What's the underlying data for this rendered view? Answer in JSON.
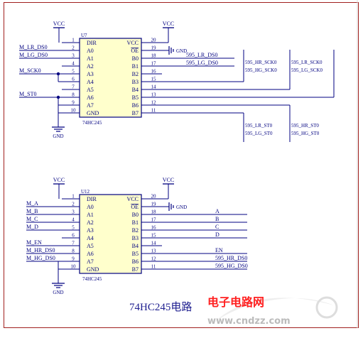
{
  "colors": {
    "background": "#ffffff",
    "border": "#a0201e",
    "wire": "#000080",
    "junction": "#000080",
    "chip_fill": "#ffffcc",
    "watermark_red": "#ff2020",
    "watermark_gray": "#bbbbbb"
  },
  "power": {
    "vcc": "VCC",
    "gnd": "GND"
  },
  "u7": {
    "ref": "U7",
    "part": "74HC245",
    "left_pins": [
      {
        "num": "1",
        "name": "DIR"
      },
      {
        "num": "2",
        "name": "A0"
      },
      {
        "num": "3",
        "name": "A1"
      },
      {
        "num": "4",
        "name": "A2"
      },
      {
        "num": "5",
        "name": "A3"
      },
      {
        "num": "6",
        "name": "A4"
      },
      {
        "num": "7",
        "name": "A5"
      },
      {
        "num": "8",
        "name": "A6"
      },
      {
        "num": "9",
        "name": "A7"
      },
      {
        "num": "10",
        "name": "GND"
      }
    ],
    "right_pins": [
      {
        "num": "20",
        "name": "VCC"
      },
      {
        "num": "19",
        "name": "OE"
      },
      {
        "num": "18",
        "name": "B0"
      },
      {
        "num": "17",
        "name": "B1"
      },
      {
        "num": "16",
        "name": "B2"
      },
      {
        "num": "15",
        "name": "B3"
      },
      {
        "num": "14",
        "name": "B4"
      },
      {
        "num": "13",
        "name": "B5"
      },
      {
        "num": "12",
        "name": "B6"
      },
      {
        "num": "11",
        "name": "B7"
      }
    ],
    "left_nets": [
      "M_LR_DS0",
      "M_LG_DS0",
      "M_SCK0",
      "M_ST0"
    ],
    "right_nets": [
      "595_LR_DS0",
      "595_LG_DS0"
    ],
    "bus_labels": [
      "595_HR_SCK0",
      "595_HG_SCK0",
      "595_LR_SCK0",
      "595_LG_SCK0",
      "595_LR_ST0",
      "595_LG_ST0",
      "595_HR_ST0",
      "595_HG_ST0"
    ]
  },
  "u12": {
    "ref": "U12",
    "part": "74HC245",
    "left_pins": [
      {
        "num": "1",
        "name": "DIR"
      },
      {
        "num": "2",
        "name": "A0"
      },
      {
        "num": "3",
        "name": "A1"
      },
      {
        "num": "4",
        "name": "A2"
      },
      {
        "num": "5",
        "name": "A3"
      },
      {
        "num": "6",
        "name": "A4"
      },
      {
        "num": "7",
        "name": "A5"
      },
      {
        "num": "8",
        "name": "A6"
      },
      {
        "num": "9",
        "name": "A7"
      },
      {
        "num": "10",
        "name": "GND"
      }
    ],
    "right_pins": [
      {
        "num": "20",
        "name": "VCC"
      },
      {
        "num": "19",
        "name": "OE"
      },
      {
        "num": "18",
        "name": "B0"
      },
      {
        "num": "17",
        "name": "B1"
      },
      {
        "num": "16",
        "name": "B2"
      },
      {
        "num": "15",
        "name": "B3"
      },
      {
        "num": "14",
        "name": "B4"
      },
      {
        "num": "13",
        "name": "B5"
      },
      {
        "num": "12",
        "name": "B6"
      },
      {
        "num": "11",
        "name": "B7"
      }
    ],
    "left_nets": [
      "M_A",
      "M_B",
      "M_C",
      "M_D",
      "M_EN",
      "M_HR_DS0",
      "M_HG_DS0"
    ],
    "right_nets": [
      "A",
      "B",
      "C",
      "D",
      "EN",
      "595_HR_DS0",
      "595_HG_DS0"
    ]
  },
  "caption": "74HC245电路",
  "watermark": {
    "title": "电子电路网",
    "url": "www.cndzz.com"
  }
}
